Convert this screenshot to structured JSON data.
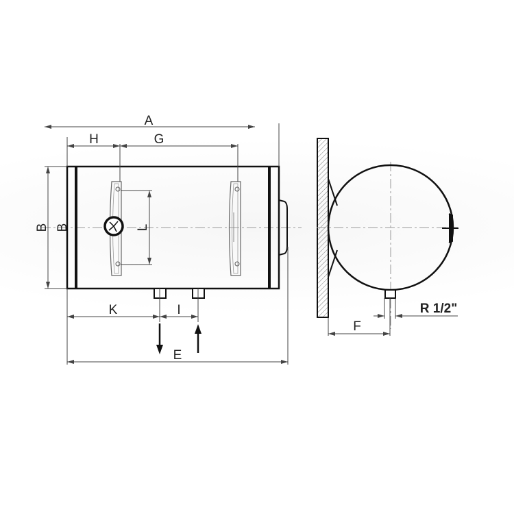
{
  "title": "Horizontal water heater dimension drawing",
  "labels": {
    "A": "A",
    "H": "H",
    "G": "G",
    "B_outer": "B",
    "B_inner": "B",
    "L": "L",
    "K": "K",
    "I": "I",
    "E": "E",
    "F": "F",
    "thread": "R 1/2\""
  }
}
